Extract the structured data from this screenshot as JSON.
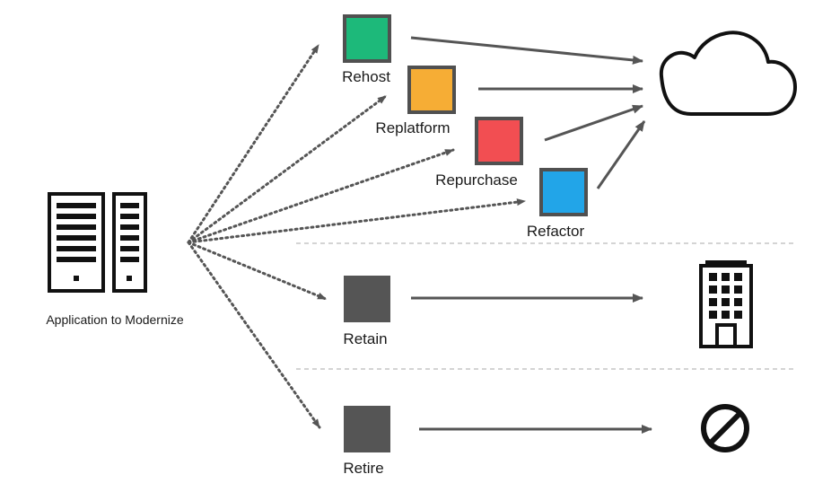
{
  "source": {
    "label": "Application to Modernize",
    "icon": "server-icon"
  },
  "strategies": [
    {
      "key": "rehost",
      "label": "Rehost",
      "color": "#1db97a",
      "target": "cloud"
    },
    {
      "key": "replatform",
      "label": "Replatform",
      "color": "#f6ad35",
      "target": "cloud"
    },
    {
      "key": "repurchase",
      "label": "Repurchase",
      "color": "#f24e52",
      "target": "cloud"
    },
    {
      "key": "refactor",
      "label": "Refactor",
      "color": "#22a5e8",
      "target": "cloud"
    },
    {
      "key": "retain",
      "label": "Retain",
      "color": "#555555",
      "target": "building"
    },
    {
      "key": "retire",
      "label": "Retire",
      "color": "#555555",
      "target": "prohibited"
    }
  ],
  "targets": {
    "cloud": {
      "icon": "cloud-icon"
    },
    "building": {
      "icon": "building-icon"
    },
    "prohibited": {
      "icon": "prohibited-icon"
    }
  }
}
